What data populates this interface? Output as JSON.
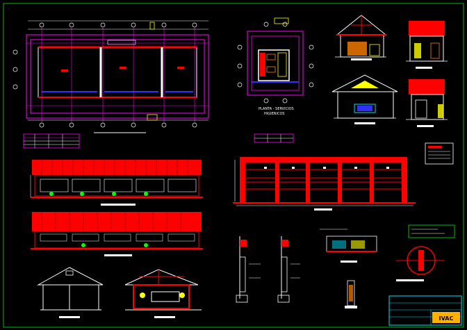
{
  "drawing": {
    "caption_baths_line1": "PLANTA - SERVICIOS",
    "caption_baths_line2": "HIGIENICOS",
    "logo_text": "IVAC"
  },
  "colors": {
    "background": "#000000",
    "frame": "#00c000",
    "walls": "#ff0000",
    "axes": "#ff00ff",
    "annotations": "#ffffff",
    "blue": "#3030ff",
    "yellow": "#ffff00",
    "cyan": "#00e0ff",
    "green": "#00ff00"
  }
}
